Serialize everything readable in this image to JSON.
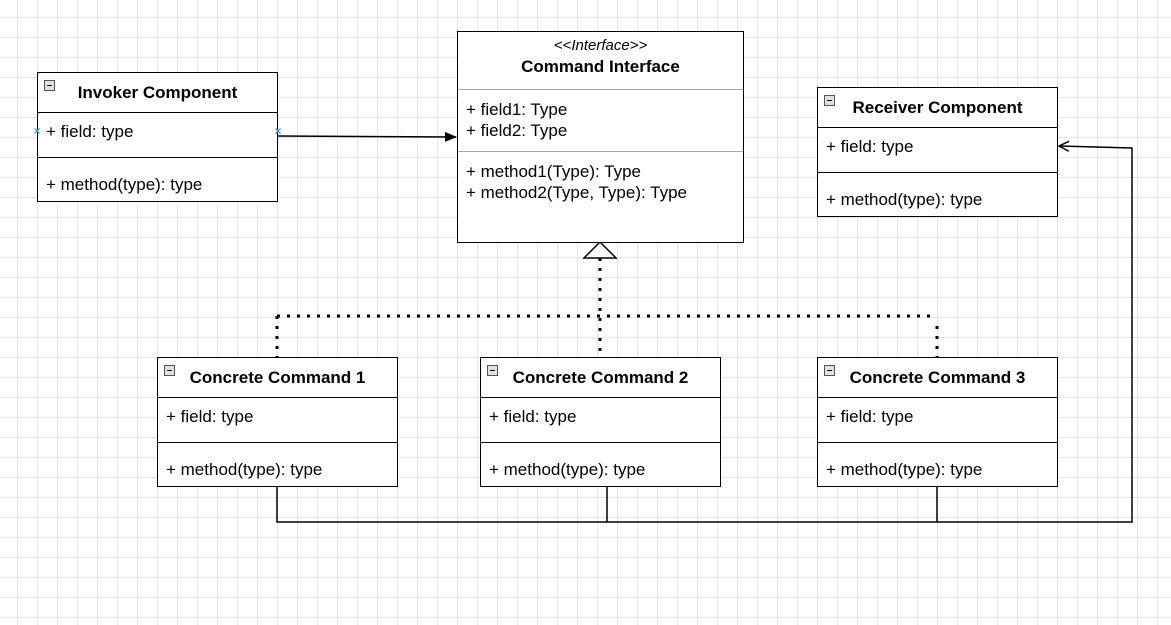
{
  "colors": {
    "grid": "#e6e6e6",
    "line": "#000000",
    "port_marker": "#3aa0d8"
  },
  "invoker": {
    "title": "Invoker Component",
    "fields": [
      "+ field: type"
    ],
    "methods": [
      "+ method(type): type"
    ]
  },
  "command_interface": {
    "stereotype": "<<Interface>>",
    "title": "Command Interface",
    "fields": [
      "+ field1: Type",
      "+ field2: Type"
    ],
    "methods": [
      "+ method1(Type): Type",
      "+ method2(Type, Type): Type"
    ]
  },
  "receiver": {
    "title": "Receiver Component",
    "fields": [
      "+ field: type"
    ],
    "methods": [
      "+ method(type): type"
    ]
  },
  "concrete_1": {
    "title": "Concrete Command 1",
    "fields": [
      "+ field: type"
    ],
    "methods": [
      "+ method(type): type"
    ]
  },
  "concrete_2": {
    "title": "Concrete Command 2",
    "fields": [
      "+ field: type"
    ],
    "methods": [
      "+ method(type): type"
    ]
  },
  "concrete_3": {
    "title": "Concrete Command 3",
    "fields": [
      "+ field: type"
    ],
    "methods": [
      "+ method(type): type"
    ]
  }
}
